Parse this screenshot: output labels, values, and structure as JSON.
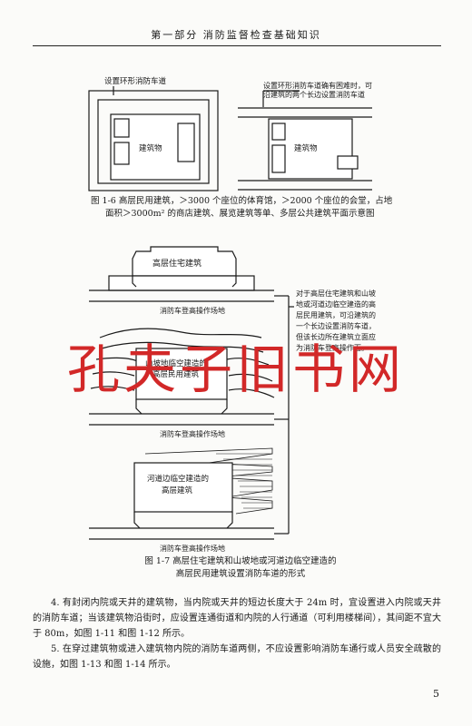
{
  "header": {
    "title": "第一部分   消防监督检查基础知识"
  },
  "figure_1_6": {
    "left_label": "设置环形消防车道",
    "left_building": "建筑物",
    "right_label_line1": "设置环形消防车道确有困难时，可",
    "right_label_line2": "沿建筑的两个长边设置消防车道",
    "right_building": "建筑物",
    "caption_line1": "图 1-6   高层民用建筑，＞3000 个座位的体育馆，＞2000 个座位的会堂，占地",
    "caption_line2": "面积＞3000m² 的商店建筑、展览建筑等单、多层公共建筑平面示意图"
  },
  "figure_1_7": {
    "top_building": "高层住宅建筑",
    "top_area": "消防车登高操作场地",
    "middle_building_line1": "山坡地临空建造的",
    "middle_building_line2": "高层民用建筑",
    "middle_area": "消防车登高操作场地",
    "bottom_building_line1": "河道边临空建造的",
    "bottom_building_line2": "高层建筑",
    "bottom_area": "消防车登高操作场地",
    "note_lines": [
      "对于高层住宅建筑和山坡",
      "地或河道边临空建造的高",
      "层民用建筑，可沿建筑的",
      "一个长边设置消防车道，",
      "但该长边所在建筑立面应",
      "为消防车登高操作面。"
    ],
    "caption_line1": "图 1-7   高层住宅建筑和山坡地或河道边临空建造的",
    "caption_line2": "高层民用建筑设置消防车道的形式"
  },
  "body": {
    "para4": "4. 有封闭内院或天井的建筑物，当内院或天井的短边长度大于 24m 时，宜设置进入内院或天井的消防车道；当该建筑物沿街时，应设置连通街道和内院的人行通道（可利用楼梯间），其间距不宜大于 80m，如图 1-11 和图 1-12 所示。",
    "para5": "5. 在穿过建筑物或进入建筑物内院的消防车道两侧，不应设置影响消防车通行或人员安全疏散的设施，如图 1-13 和图 1-14 所示。"
  },
  "page_number": "5",
  "watermark": {
    "text": "孔夫子旧书网",
    "color": "#d22828"
  }
}
